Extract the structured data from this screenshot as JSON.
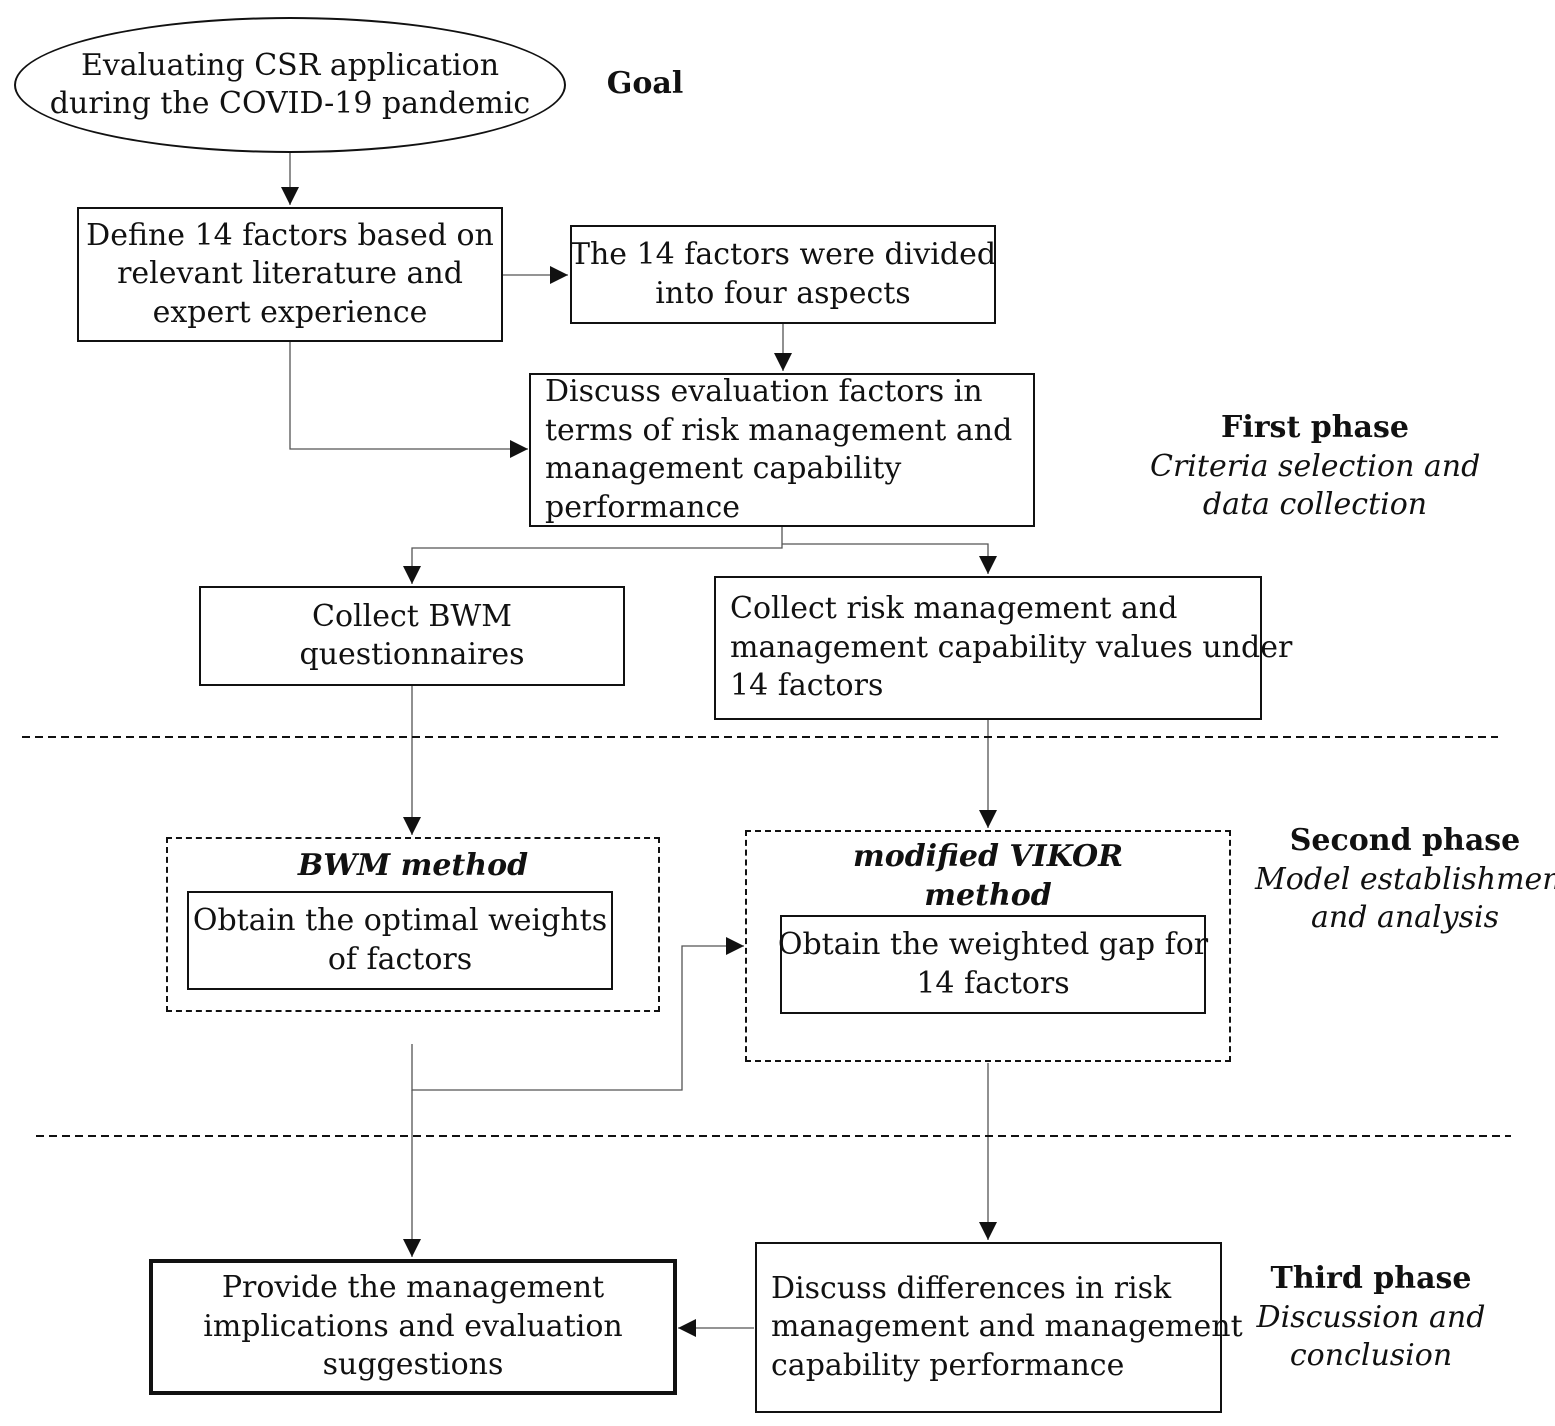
{
  "goal": {
    "lines": [
      "Evaluating CSR application",
      "during the COVID-19 pandemic"
    ],
    "label": "Goal"
  },
  "nodes": {
    "define_factors": [
      "Define 14 factors based on",
      "relevant literature and",
      "expert experience"
    ],
    "divided_aspects": [
      "The 14 factors were divided",
      "into four aspects"
    ],
    "discuss_factors": [
      "Discuss evaluation factors in",
      "terms of risk management and",
      "management capability",
      "performance"
    ],
    "collect_bwm": [
      "Collect BWM",
      "questionnaires"
    ],
    "collect_values": [
      "Collect risk management and",
      "management capability values under",
      "14 factors"
    ],
    "optimal_weights": [
      "Obtain the optimal weights",
      "of factors"
    ],
    "weighted_gap": [
      "Obtain the weighted gap for",
      "14 factors"
    ],
    "discuss_differences": [
      "Discuss differences in risk",
      "management and management",
      "capability performance"
    ],
    "implications": [
      "Provide the management",
      "implications and evaluation",
      "suggestions"
    ]
  },
  "groups": {
    "bwm": [
      "BWM method"
    ],
    "vikor": [
      "modified VIKOR",
      "method"
    ]
  },
  "phases": {
    "first": {
      "title": "First phase",
      "subtitle": [
        "Criteria selection and",
        "data collection"
      ]
    },
    "second": {
      "title": "Second phase",
      "subtitle": [
        "Model establishment",
        "and analysis"
      ]
    },
    "third": {
      "title": "Third phase",
      "subtitle": [
        "Discussion and",
        "conclusion"
      ]
    }
  }
}
